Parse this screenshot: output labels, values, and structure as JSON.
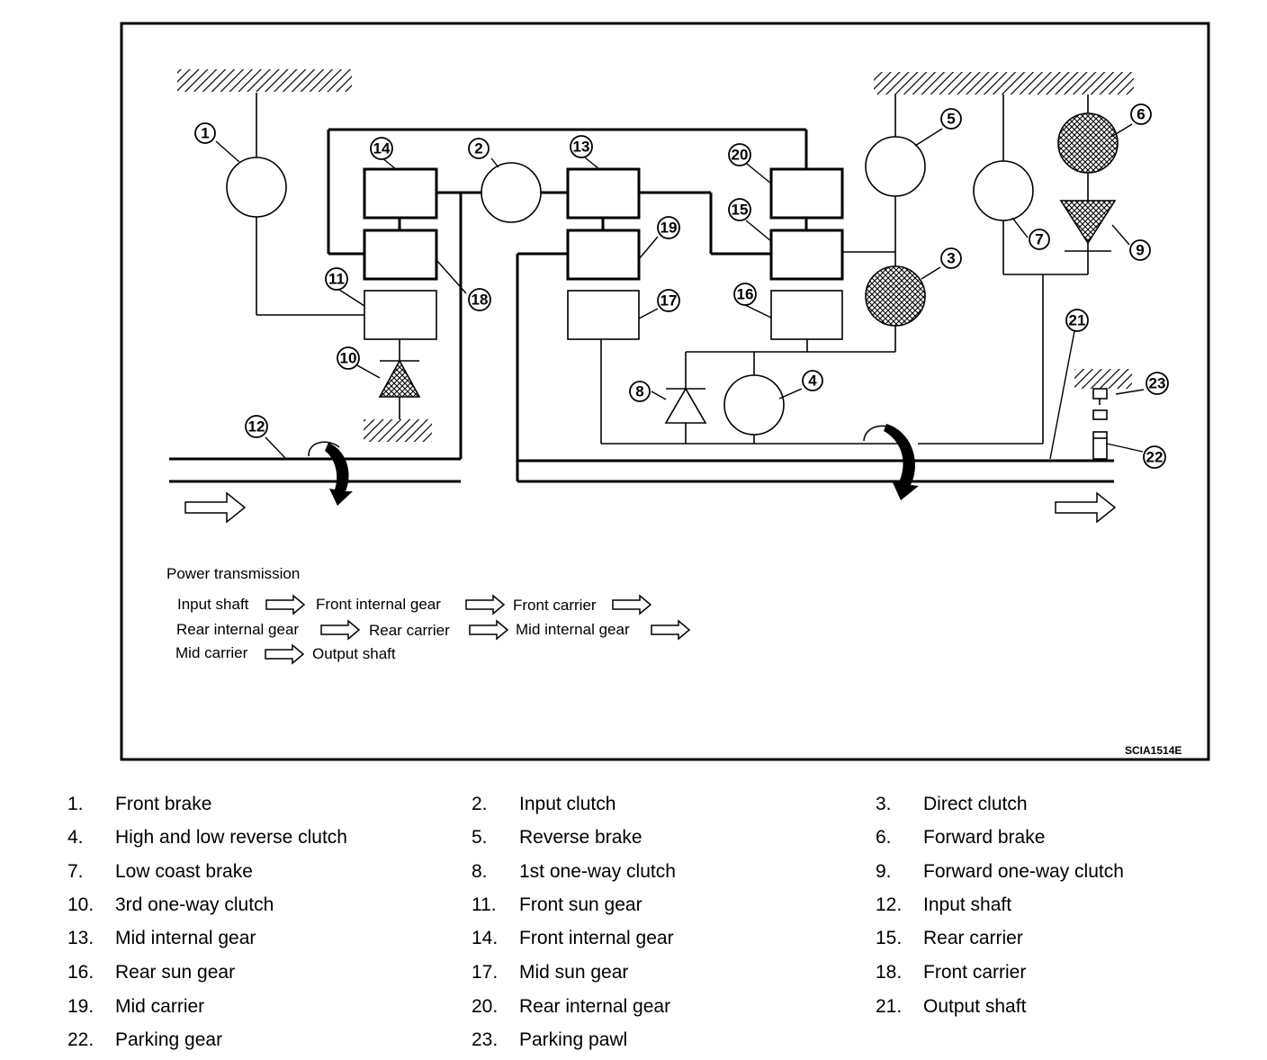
{
  "diagram": {
    "code": "SCIA1514E",
    "callouts": [
      "1",
      "2",
      "3",
      "4",
      "5",
      "6",
      "7",
      "8",
      "9",
      "10",
      "11",
      "12",
      "13",
      "14",
      "15",
      "16",
      "17",
      "18",
      "19",
      "20",
      "21",
      "22",
      "23"
    ],
    "legend": {
      "title": "Power transmission",
      "items": [
        "Input shaft",
        "Front internal gear",
        "Front carrier",
        "Rear internal gear",
        "Rear carrier",
        "Mid internal gear",
        "Mid carrier",
        "Output shaft"
      ]
    }
  },
  "parts": [
    {
      "num": "1.",
      "name": "Front brake"
    },
    {
      "num": "2.",
      "name": "Input clutch"
    },
    {
      "num": "3.",
      "name": "Direct clutch"
    },
    {
      "num": "4.",
      "name": "High and low reverse clutch"
    },
    {
      "num": "5.",
      "name": "Reverse brake"
    },
    {
      "num": "6.",
      "name": "Forward brake"
    },
    {
      "num": "7.",
      "name": "Low coast brake"
    },
    {
      "num": "8.",
      "name": "1st one-way clutch"
    },
    {
      "num": "9.",
      "name": "Forward one-way clutch"
    },
    {
      "num": "10.",
      "name": "3rd one-way clutch"
    },
    {
      "num": "11.",
      "name": "Front sun gear"
    },
    {
      "num": "12.",
      "name": "Input shaft"
    },
    {
      "num": "13.",
      "name": "Mid internal gear"
    },
    {
      "num": "14.",
      "name": "Front internal gear"
    },
    {
      "num": "15.",
      "name": "Rear carrier"
    },
    {
      "num": "16.",
      "name": "Rear sun gear"
    },
    {
      "num": "17.",
      "name": "Mid sun gear"
    },
    {
      "num": "18.",
      "name": "Front carrier"
    },
    {
      "num": "19.",
      "name": "Mid carrier"
    },
    {
      "num": "20.",
      "name": "Rear internal gear"
    },
    {
      "num": "21.",
      "name": "Output shaft"
    },
    {
      "num": "22.",
      "name": "Parking gear"
    },
    {
      "num": "23.",
      "name": "Parking pawl"
    }
  ]
}
